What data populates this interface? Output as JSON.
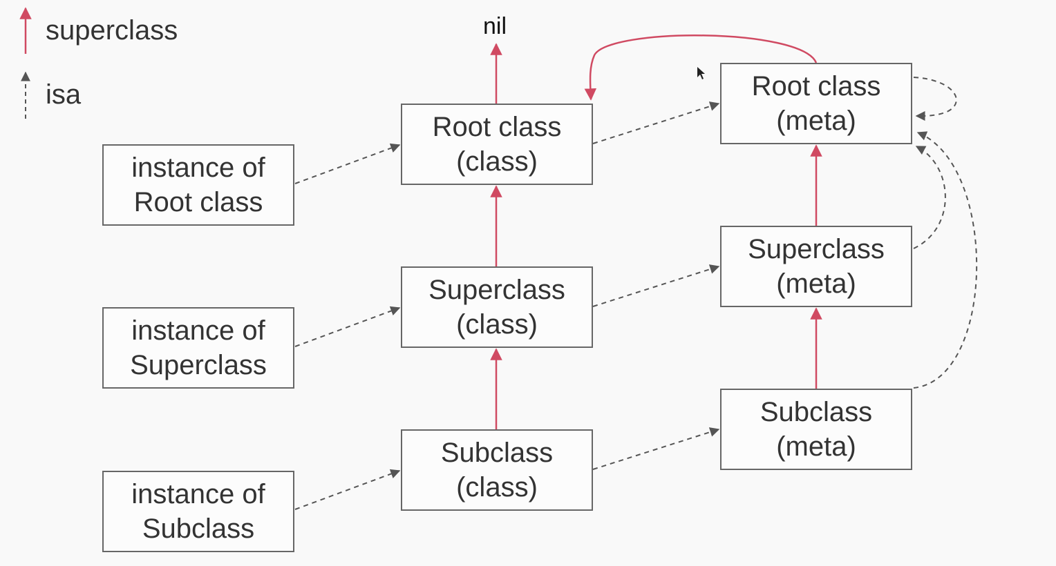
{
  "legend": {
    "superclass_label": "superclass",
    "isa_label": "isa",
    "superclass_color": "#d04a62",
    "isa_color": "#555555"
  },
  "nil_label": "nil",
  "instances": {
    "root": [
      "instance of",
      "Root class"
    ],
    "super": [
      "instance of",
      "Superclass"
    ],
    "sub": [
      "instance of",
      "Subclass"
    ]
  },
  "classes": {
    "root": [
      "Root class",
      "(class)"
    ],
    "super": [
      "Superclass",
      "(class)"
    ],
    "sub": [
      "Subclass",
      "(class)"
    ]
  },
  "metaclasses": {
    "root": [
      "Root class",
      "(meta)"
    ],
    "super": [
      "Superclass",
      "(meta)"
    ],
    "sub": [
      "Subclass",
      "(meta)"
    ]
  }
}
